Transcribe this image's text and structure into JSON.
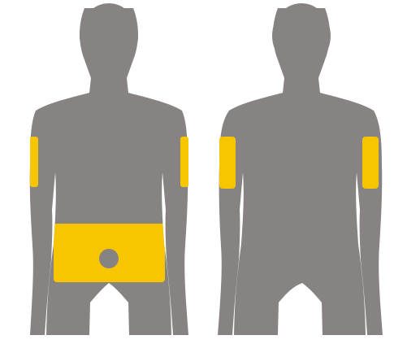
{
  "figures": [
    {
      "view": "front",
      "highlighted_sites": [
        "left-upper-arm",
        "right-upper-arm",
        "abdomen"
      ],
      "navel_excluded": true
    },
    {
      "view": "back",
      "highlighted_sites": [
        "left-upper-arm",
        "right-upper-arm"
      ]
    }
  ],
  "colors": {
    "background": "#ffffff",
    "body": "#878382",
    "site_highlight": "#f7c600"
  }
}
